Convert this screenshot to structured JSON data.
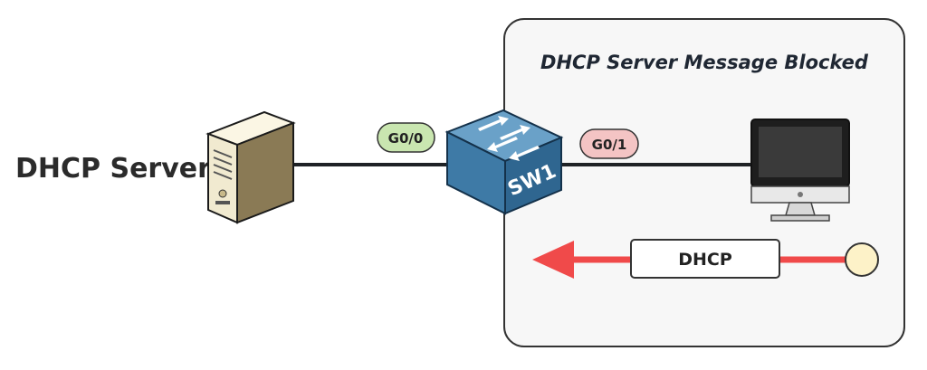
{
  "server": {
    "label": "DHCP Server",
    "icon": "server-tower-icon"
  },
  "switch": {
    "label": "SW1",
    "icon": "network-switch-icon"
  },
  "client": {
    "icon": "desktop-monitor-icon"
  },
  "ports": {
    "left": {
      "label": "G0/0",
      "color": "#c9e6b0"
    },
    "right": {
      "label": "G0/1",
      "color": "#f4c4c4"
    }
  },
  "blocked_box": {
    "title": "DHCP Server Message Blocked"
  },
  "message": {
    "label": "DHCP",
    "arrow_color": "#f04a4a",
    "source_dot_color": "#fdf2c8"
  }
}
